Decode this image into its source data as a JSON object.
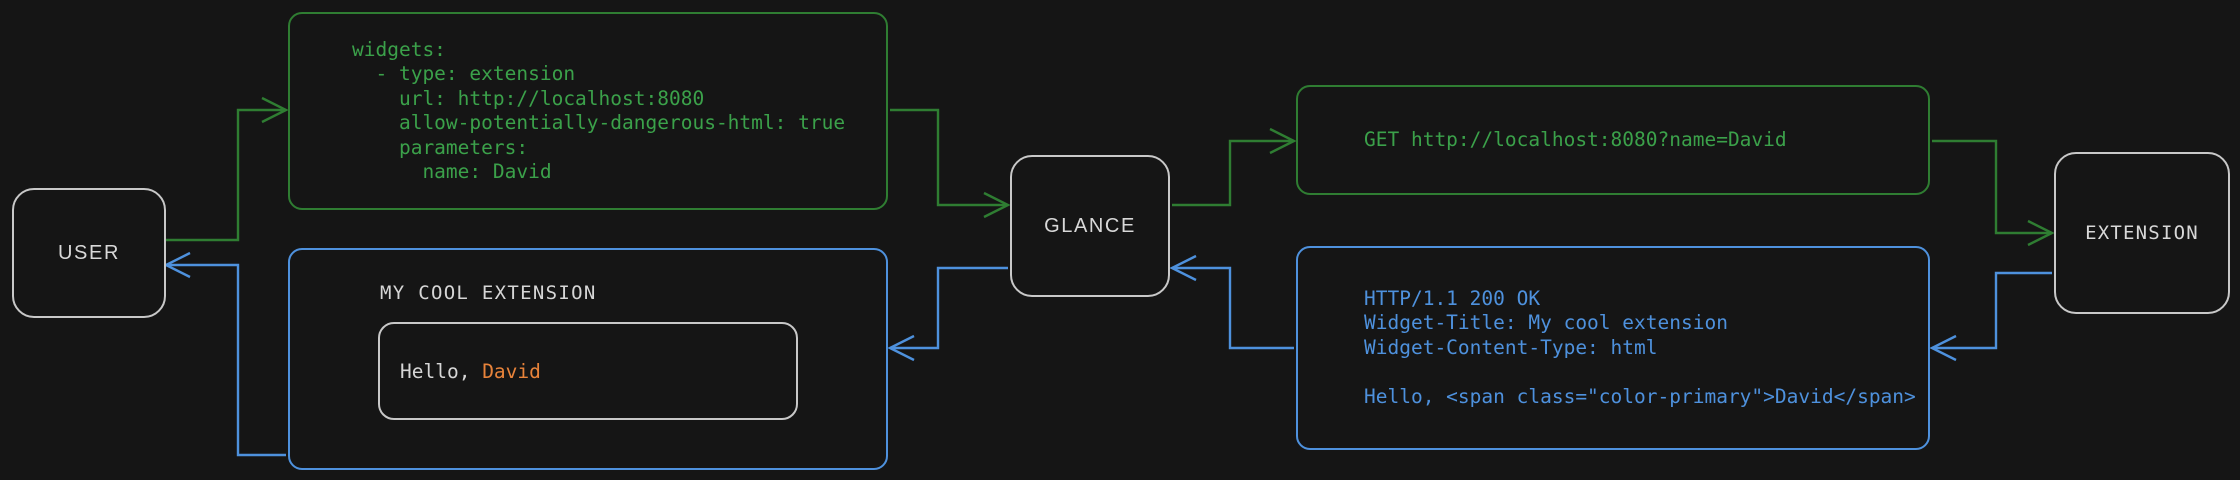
{
  "theme": {
    "background": "#151515",
    "green": "#3ba14a",
    "green_border": "#2f7d32",
    "blue": "#4e91dd",
    "grey_border": "#c8c8c8",
    "text_grey": "#d6d6d6",
    "accent_orange": "#e8833a"
  },
  "nodes": {
    "user": {
      "label": "USER"
    },
    "glance": {
      "label": "GLANCE"
    },
    "extension": {
      "label": "EXTENSION"
    }
  },
  "boxes": {
    "yaml_config": {
      "kind": "code-block",
      "color": "green",
      "lines": [
        "widgets:",
        "  - type: extension",
        "    url: http://localhost:8080",
        "    allow-potentially-dangerous-html: true",
        "    parameters:",
        "      name: David"
      ],
      "text": "widgets:\n  - type: extension\n    url: http://localhost:8080\n    allow-potentially-dangerous-html: true\n    parameters:\n      name: David"
    },
    "get_request": {
      "kind": "code-block",
      "color": "green",
      "lines": [
        "GET http://localhost:8080?name=David"
      ],
      "text": "GET http://localhost:8080?name=David"
    },
    "http_response": {
      "kind": "code-block",
      "color": "blue",
      "lines": [
        "HTTP/1.1 200 OK",
        "Widget-Title: My cool extension",
        "Widget-Content-Type: html",
        "",
        "Hello, <span class=\"color-primary\">David</span>"
      ],
      "text": "HTTP/1.1 200 OK\nWidget-Title: My cool extension\nWidget-Content-Type: html\n\nHello, <span class=\"color-primary\">David</span>"
    },
    "rendered_widget": {
      "kind": "widget-preview",
      "color": "blue",
      "title": "MY COOL EXTENSION",
      "body_prefix": "Hello, ",
      "body_accent": "David"
    }
  },
  "flow": {
    "request_path_color": "#2f7d32",
    "response_path_color": "#4e91dd",
    "request_steps": [
      "user",
      "yaml_config",
      "glance",
      "get_request",
      "extension"
    ],
    "response_steps": [
      "extension",
      "http_response",
      "glance",
      "rendered_widget",
      "user"
    ]
  }
}
